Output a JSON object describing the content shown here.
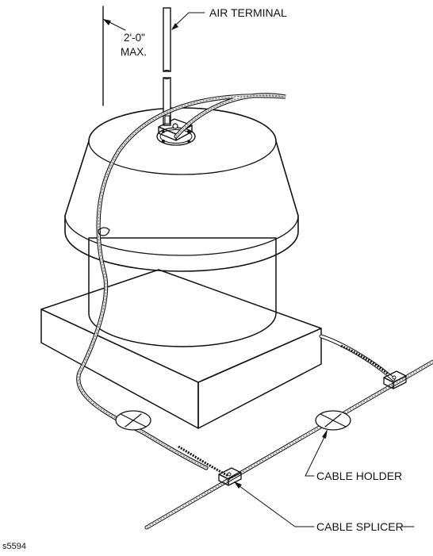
{
  "labels": {
    "air_terminal": "AIR TERMINAL",
    "dimension_line1": "2'-0\"",
    "dimension_line2": "MAX.",
    "cable_holder": "CABLE HOLDER",
    "cable_splicer": "CABLE SPLICER",
    "figure_id": "s5594"
  },
  "colors": {
    "ink": "#111111",
    "background": "#ffffff",
    "cable": "#555555"
  }
}
